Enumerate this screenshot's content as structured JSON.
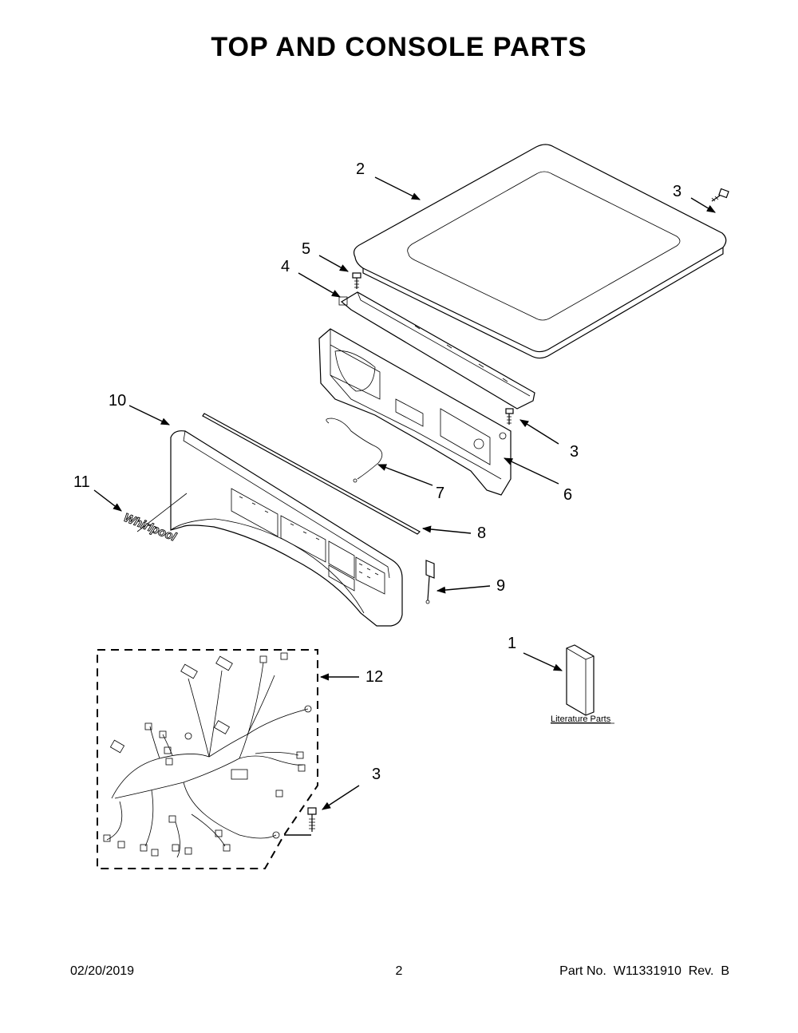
{
  "title": "TOP AND CONSOLE PARTS",
  "callouts": {
    "c1": "1",
    "c2": "2",
    "c3a": "3",
    "c3b": "3",
    "c3c": "3",
    "c4": "4",
    "c5": "5",
    "c6": "6",
    "c7": "7",
    "c8": "8",
    "c9": "9",
    "c10": "10",
    "c11": "11",
    "c12": "12"
  },
  "literature_label": "Literature Parts",
  "logo_text": "Whirlpool",
  "footer": {
    "date": "02/20/2019",
    "page": "2",
    "part": "Part No.  W11331910  Rev.  B"
  }
}
